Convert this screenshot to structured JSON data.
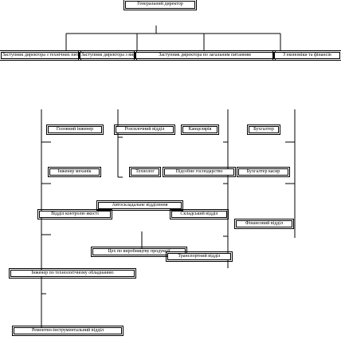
{
  "nodes": {
    "director": "Генеральний директор",
    "deputy_1": "Заступник директора з технічних питань",
    "deputy_2": "Заступник директора з виробництва",
    "deputy_3": "Заступник директора по загальним питанням",
    "deputy_4": "З економіки та фінансів",
    "chief_mechanic": "Головний інженер",
    "mechanic_engineer": "Інженер механік",
    "qc_dept": "Відділ контролю якості",
    "equipment_engineer": "Інженер по технологічному обладнанню",
    "repair_dept": "Ремонтно-інструментальний відділ",
    "sales_dept": "Розсилочний відділ",
    "technologist": "Технолог",
    "warehouse_dept": "Автоскладальне відділення",
    "production_shop": "Цех по виробництву продукції",
    "chancellery": "Канцелярія",
    "auxiliary": "Підсобне господарство",
    "storage_dept": "Складський відділ",
    "transport_dept": "Транспортний відділ",
    "accountant": "Бухгалтер",
    "accountant_cashier": "Бухгалтер касир",
    "finance_dept": "Фінансовий відділ"
  }
}
